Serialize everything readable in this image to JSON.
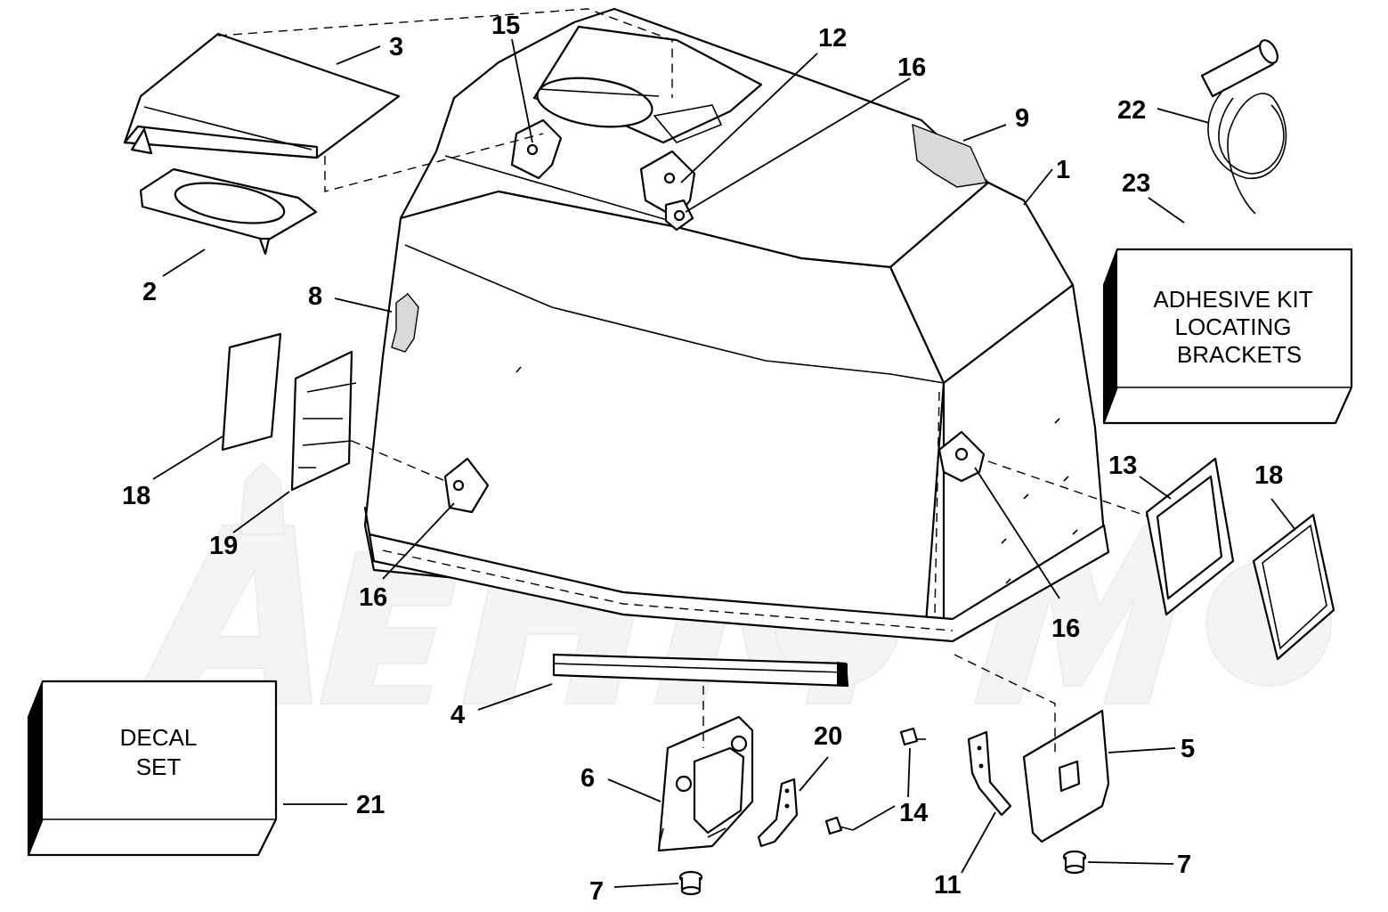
{
  "diagram": {
    "part_numbers": {
      "n1": "1",
      "n2": "2",
      "n3": "3",
      "n4": "4",
      "n5": "5",
      "n6": "6",
      "n7a": "7",
      "n7b": "7",
      "n8": "8",
      "n9": "9",
      "n11": "11",
      "n12": "12",
      "n13": "13",
      "n14": "14",
      "n15": "15",
      "n16a": "16",
      "n16b": "16",
      "n16c": "16",
      "n18a": "18",
      "n18b": "18",
      "n19": "19",
      "n20": "20",
      "n21": "21",
      "n22": "22",
      "n23": "23"
    },
    "boxes": {
      "adhesive_kit": [
        "ADHESIVE KIT",
        "LOCATING",
        "BRACKETS"
      ],
      "decal_set": [
        "DECAL",
        "SET"
      ]
    }
  }
}
